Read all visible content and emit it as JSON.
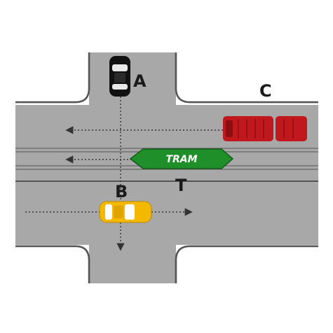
{
  "labels": {
    "vehicle_a": "A",
    "vehicle_b": "B",
    "vehicle_c": "C",
    "tram_sign": "T",
    "tram_text": "TRAM"
  },
  "colors": {
    "road": "#a8a8a8",
    "road_edge": "#444444",
    "background": "#ffffff",
    "car_a": "#111111",
    "car_b": "#f5b800",
    "truck_c": "#c0181c",
    "tram": "#1f8f2a",
    "path_line": "#333333"
  }
}
